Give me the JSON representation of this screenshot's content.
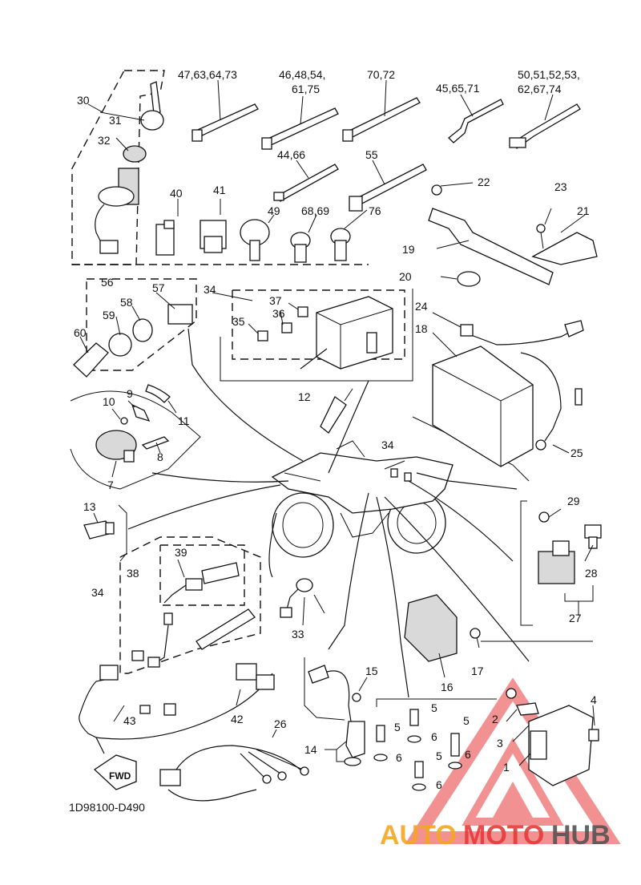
{
  "diagram_code": "1D98100-D490",
  "watermark": {
    "part1": "AUTO",
    "part2": "MOTO",
    "part3": "HUB"
  },
  "fwd": "FWD",
  "labels": {
    "l1": "1",
    "l2": "2",
    "l3": "3",
    "l4": "4",
    "l5a": "5",
    "l5b": "5",
    "l5c": "5",
    "l5d": "5",
    "l6a": "6",
    "l6b": "6",
    "l6c": "6",
    "l6d": "6",
    "l7": "7",
    "l8": "8",
    "l9": "9",
    "l10": "10",
    "l11": "11",
    "l12": "12",
    "l13": "13",
    "l14": "14",
    "l15": "15",
    "l16": "16",
    "l17": "17",
    "l18": "18",
    "l19": "19",
    "l20": "20",
    "l21": "21",
    "l22": "22",
    "l23": "23",
    "l24": "24",
    "l25": "25",
    "l26": "26",
    "l27": "27",
    "l28": "28",
    "l29": "29",
    "l30": "30",
    "l31": "31",
    "l32": "32",
    "l33": "33",
    "l34a": "34",
    "l34b": "34",
    "l34c": "34",
    "l35": "35",
    "l36": "36",
    "l37": "37",
    "l38": "38",
    "l39": "39",
    "l40": "40",
    "l41": "41",
    "l42": "42",
    "l43": "43",
    "l49": "49",
    "l55": "55",
    "l56": "56",
    "l57": "57",
    "l58": "58",
    "l59": "59",
    "l60": "60",
    "l4466": "44,66",
    "l4571": "45,65,71",
    "l6869": "68,69",
    "l76": "76",
    "l4763": "47,63,64,73",
    "l4648a": "46,48,54,",
    "l4648b": "61,75",
    "l7072": "70,72",
    "l5051a": "50,51,52,53,",
    "l5051b": "62,67,74"
  },
  "colors": {
    "watermark_red": "#e8393a",
    "watermark_orange": "#f5a623",
    "watermark_gray": "#555555"
  }
}
